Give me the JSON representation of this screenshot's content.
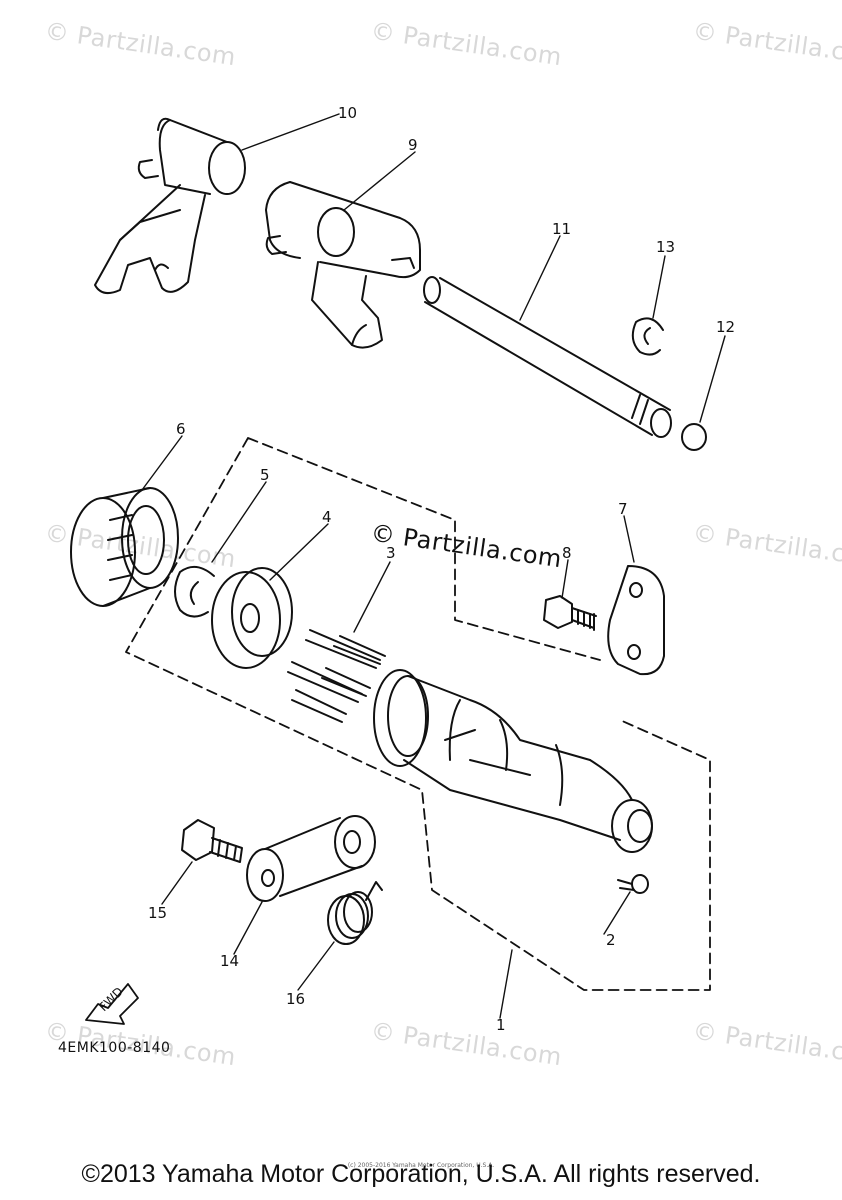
{
  "watermark": "© Partzilla.com",
  "watermark_center": "© Partzilla.com",
  "callouts": [
    "1",
    "2",
    "3",
    "4",
    "5",
    "6",
    "7",
    "8",
    "9",
    "10",
    "11",
    "12",
    "13",
    "14",
    "15",
    "16"
  ],
  "fwd_label": "FWD",
  "diagram_code": "4EMK100-8140",
  "small_notice": "(c) 2005-2016 Yamaha Motor Corporation, U.S.A.",
  "copyright": "©2013 Yamaha Motor Corporation, U.S.A. All rights reserved.",
  "colors": {
    "ink": "#111111",
    "watermark": "#d8d8d8"
  }
}
